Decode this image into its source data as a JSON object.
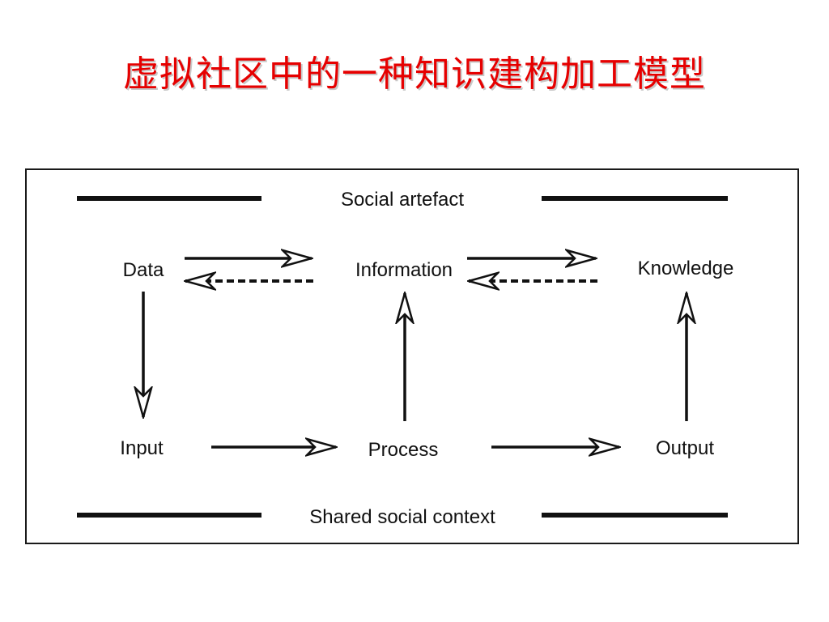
{
  "title": "虚拟社区中的一种知识建构加工模型",
  "diagram": {
    "top_band": "Social artefact",
    "bottom_band": "Shared social context",
    "nodes": {
      "data": "Data",
      "information": "Information",
      "knowledge": "Knowledge",
      "input": "Input",
      "process": "Process",
      "output": "Output"
    }
  }
}
